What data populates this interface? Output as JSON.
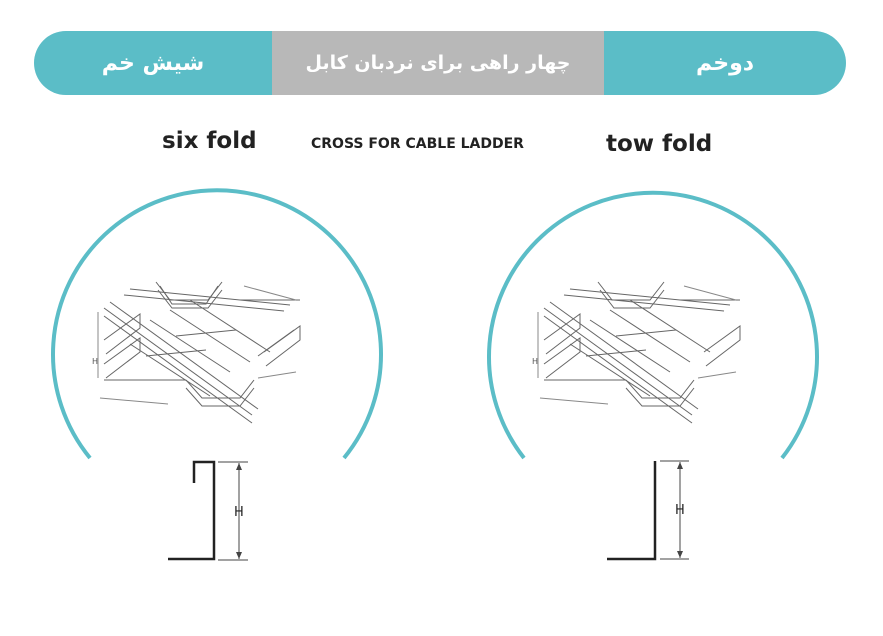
{
  "banner": {
    "left_label": "شیش خم",
    "middle_label": "چهار راهی برای نردبان کابل",
    "right_label": "دوخم",
    "color_accent": "#5bbdc7",
    "color_middle": "#b8b8b8"
  },
  "captions": {
    "six_fold": "six fold",
    "cross": "CROSS FOR CABLE LADDER",
    "tow_fold": "tow fold"
  },
  "profiles": {
    "left_height_label": "H",
    "right_height_label": "H"
  }
}
